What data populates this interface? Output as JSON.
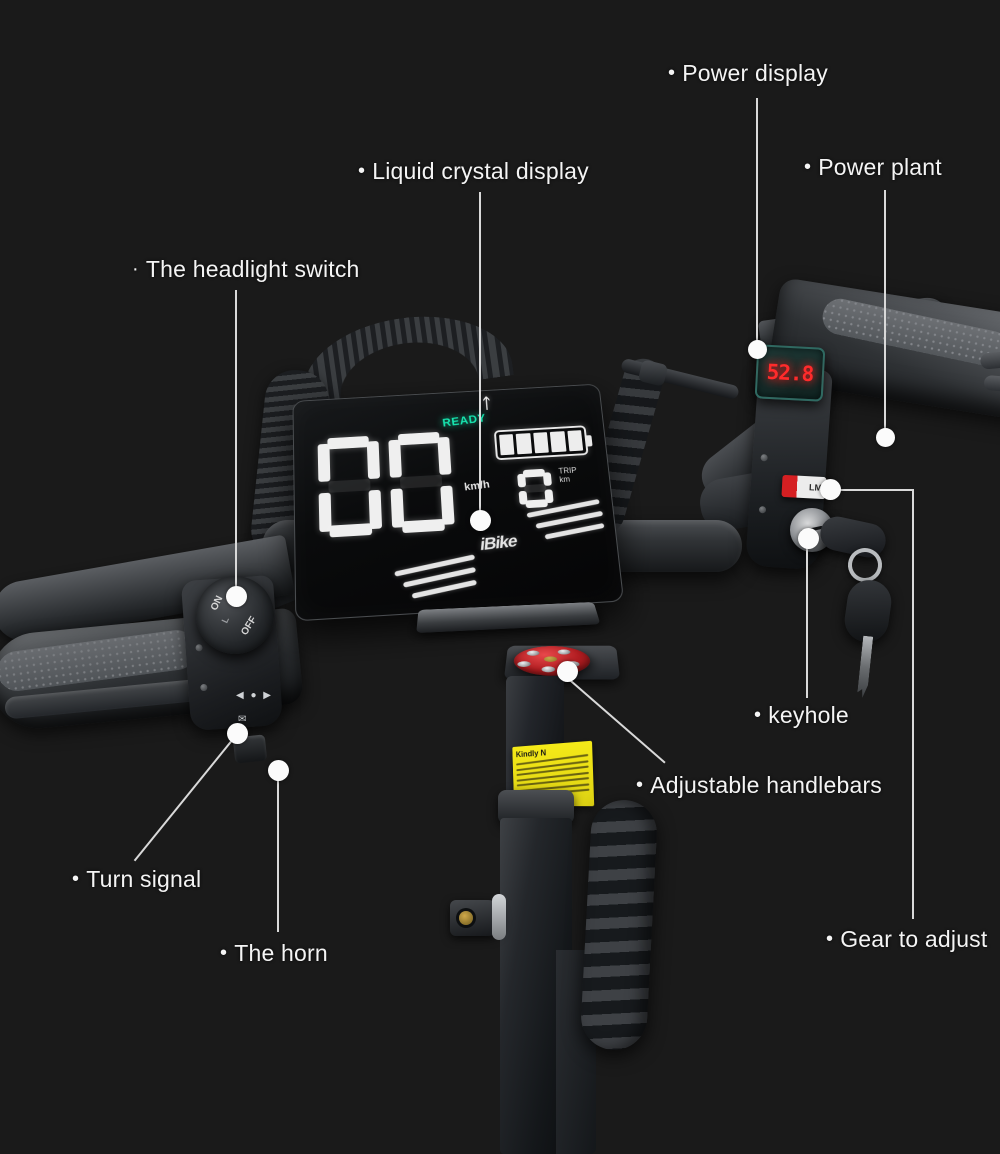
{
  "scene": {
    "title": "Electric scooter handlebar feature callouts",
    "background_color": "#1a1a1a",
    "label_color": "#f4f4f4",
    "leader_color": "#d9d9d9"
  },
  "callouts": [
    {
      "id": "power-display",
      "label": "Power display",
      "bullet": "•"
    },
    {
      "id": "power-plant",
      "label": "Power plant",
      "bullet": "•"
    },
    {
      "id": "liquid-crystal",
      "label": "Liquid crystal display",
      "bullet": "•"
    },
    {
      "id": "headlight-switch",
      "label": "The headlight switch",
      "bullet": "·"
    },
    {
      "id": "keyhole",
      "label": "keyhole",
      "bullet": "•"
    },
    {
      "id": "adjustable-handlebars",
      "label": "Adjustable handlebars",
      "bullet": "•"
    },
    {
      "id": "turn-signal",
      "label": "Turn signal",
      "bullet": "•"
    },
    {
      "id": "the-horn",
      "label": "The horn",
      "bullet": "•"
    },
    {
      "id": "gear-to-adjust",
      "label": "Gear to adjust",
      "bullet": "•"
    }
  ],
  "lcd": {
    "speed_value": "00",
    "speed_unit": "km/h",
    "status_text": "READY",
    "status_color": "#17e6b0",
    "bluetooth_icon": "bluetooth-icon",
    "battery_bars_total": 5,
    "battery_bars_filled": 5,
    "gear_value": "0",
    "gear_unit_top": "TRIP",
    "gear_unit_bottom": "km",
    "brand": "iBike"
  },
  "voltmeter": {
    "value": "52.8",
    "digit_color": "#ff2b2b",
    "bezel_color": "#2f6a62"
  },
  "gear_switch": {
    "label": "LM",
    "accent_color": "#d51f22"
  },
  "headlight_knob": {
    "on_label": "ON",
    "off_label": "OFF",
    "marker_label": "L"
  },
  "left_controls": {
    "turn_signal_glyphs": "◀ ● ▶",
    "horn_glyph": "✉"
  },
  "warning_sticker": {
    "title": "Kindly N",
    "body_line_count": 7,
    "color": "#f5ea18"
  },
  "clamp": {
    "color": "#b01c20",
    "bolt_count": 6
  }
}
